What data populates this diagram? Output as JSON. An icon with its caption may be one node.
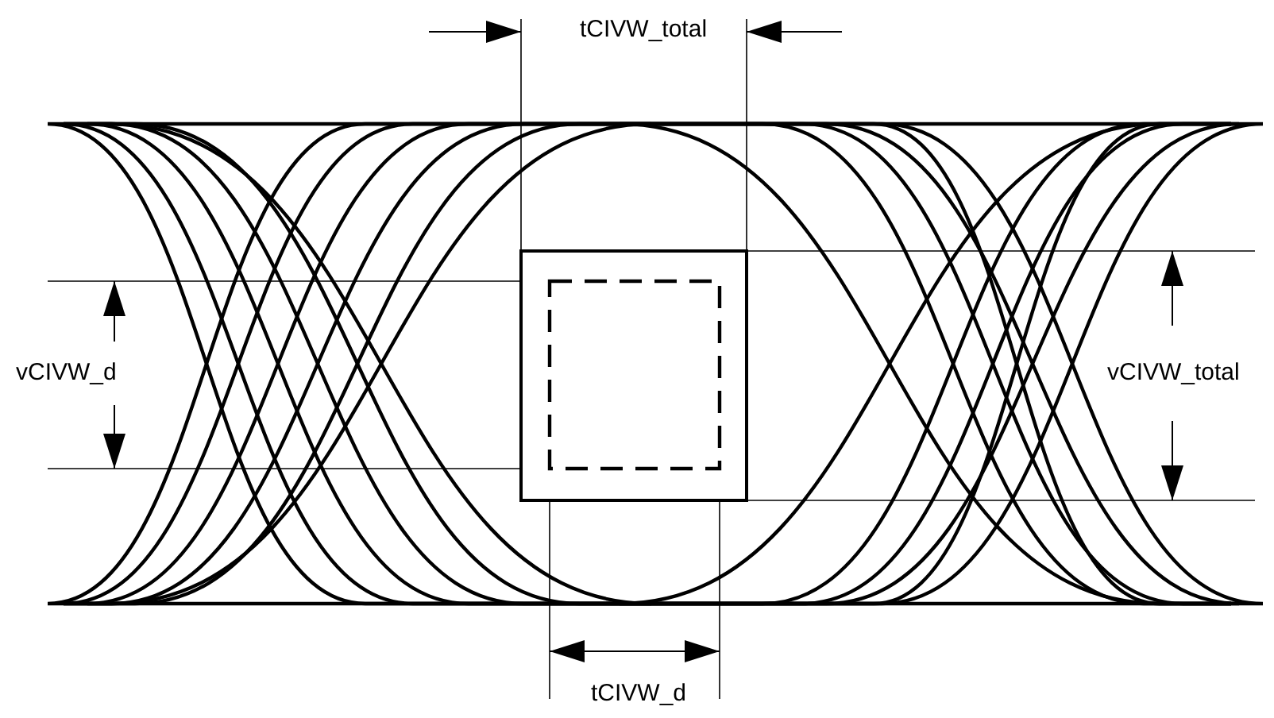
{
  "diagram": {
    "labels": [
      "tCIVW_total",
      "vCIVW_d",
      "vCIVW_total",
      "tCIVW_d"
    ]
  }
}
